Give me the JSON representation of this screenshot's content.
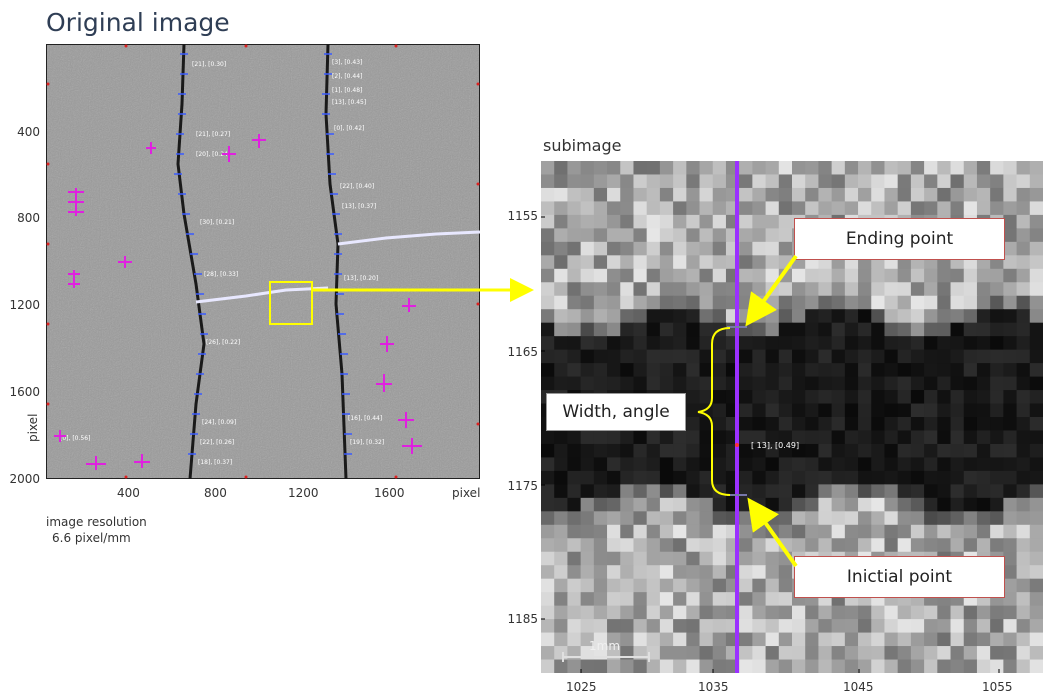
{
  "original": {
    "title": "Original image",
    "y_ticks": [
      "400",
      "800",
      "1200",
      "1600",
      "2000"
    ],
    "x_ticks": [
      "400",
      "800",
      "1200",
      "1600"
    ],
    "x_unit": "pixel",
    "y_unit": "pixel",
    "resolution_line1": "image resolution",
    "resolution_line2": "6.6 pixel/mm",
    "crack_labels": [
      "[3], [0.43]",
      "[2], [0.44]",
      "[1], [0.48]",
      "[13], [0.45]",
      "[0], [0.42]",
      "[22], [0.40]",
      "[13], [0.37]",
      "[21], [0.30]",
      "[21], [0.27]",
      "[20], [0.24]",
      "[30], [0.21]",
      "[28], [0.33]",
      "[13], [0.20]",
      "[26], [0.22]",
      "[24], [0.09]",
      "[22], [0.26]",
      "[18], [0.37]",
      "[0], [0.56]",
      "[16], [0.44]",
      "[19], [0.32]"
    ]
  },
  "subimage": {
    "title": "subimage",
    "y_ticks": [
      "1155",
      "1165",
      "1175",
      "1185"
    ],
    "x_ticks": [
      "1025",
      "1035",
      "1045",
      "1055"
    ],
    "scale_bar": "1mm",
    "point_label": "[ 13], [0.49]"
  },
  "callouts": {
    "ending": "Ending point",
    "initial": "Inictial point",
    "width": "Width, angle"
  },
  "colors": {
    "callout_border": "#c0504d",
    "arrow": "#ffff00",
    "scan_line": "#9b30ff",
    "markers": "#e020e0",
    "crack_points": "#3a5bff"
  }
}
